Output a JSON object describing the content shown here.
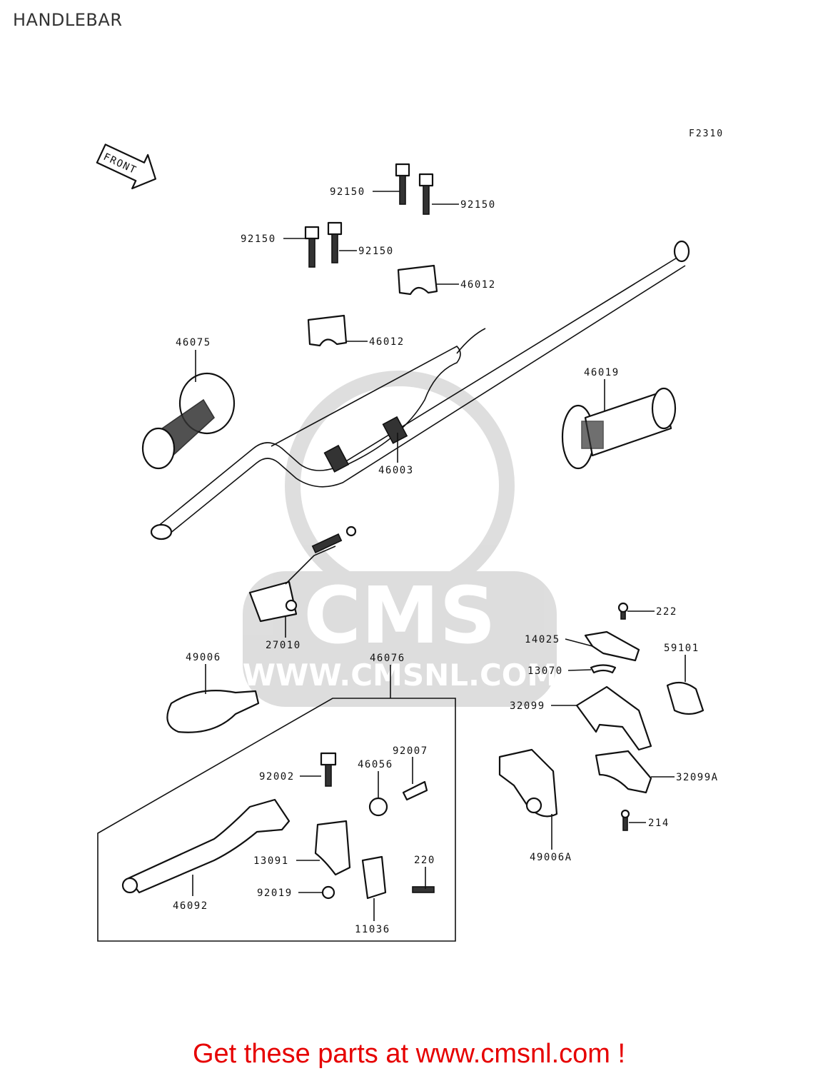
{
  "title": "HANDLEBAR",
  "figure_code": "F2310",
  "front_arrow_label": "FRONT",
  "watermark": {
    "brand": "CMS",
    "url": "WWW.CMSNL.COM"
  },
  "callouts": [
    {
      "id": "b1",
      "text": "92150"
    },
    {
      "id": "b2",
      "text": "92150"
    },
    {
      "id": "b3",
      "text": "92150"
    },
    {
      "id": "b4",
      "text": "92150"
    },
    {
      "id": "h1",
      "text": "46012"
    },
    {
      "id": "h2",
      "text": "46012"
    },
    {
      "id": "grip_left",
      "text": "46075"
    },
    {
      "id": "grip_right",
      "text": "46019"
    },
    {
      "id": "bar",
      "text": "46003"
    },
    {
      "id": "switch",
      "text": "27010"
    },
    {
      "id": "cover",
      "text": "49006"
    },
    {
      "id": "lever_assy",
      "text": "46076"
    },
    {
      "id": "s222",
      "text": "222"
    },
    {
      "id": "c14025",
      "text": "14025"
    },
    {
      "id": "c59101",
      "text": "59101"
    },
    {
      "id": "c13070",
      "text": "13070"
    },
    {
      "id": "c32099",
      "text": "32099"
    },
    {
      "id": "c92007",
      "text": "92007"
    },
    {
      "id": "c46056",
      "text": "46056"
    },
    {
      "id": "c92002",
      "text": "92002"
    },
    {
      "id": "c32099a",
      "text": "32099A"
    },
    {
      "id": "c214",
      "text": "214"
    },
    {
      "id": "c13091",
      "text": "13091"
    },
    {
      "id": "c220",
      "text": "220"
    },
    {
      "id": "c92019",
      "text": "92019"
    },
    {
      "id": "c46092",
      "text": "46092"
    },
    {
      "id": "c11036",
      "text": "11036"
    },
    {
      "id": "c49006a",
      "text": "49006A"
    }
  ],
  "footer": "Get these parts at www.cmsnl.com !"
}
